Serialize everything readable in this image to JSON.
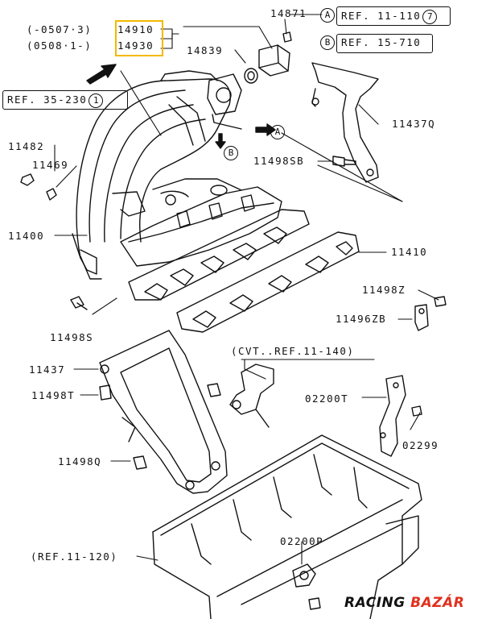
{
  "part_numbers": {
    "p14910": "14910",
    "p14930": "14930",
    "range1": "(-0507·3)",
    "range2": "(0508·1-)",
    "p14871": "14871",
    "p14839": "14839",
    "p11437q": "11437Q",
    "p11498sb": "11498SB",
    "p11482": "11482",
    "p11469": "11469",
    "p11400": "11400",
    "p11410": "11410",
    "p11498s": "11498S",
    "p11498z": "11498Z",
    "p11496zb": "11496ZB",
    "p11437": "11437",
    "p11498t": "11498T",
    "p02200t": "02200T",
    "p02299": "02299",
    "p11498q": "11498Q",
    "p02200p": "02200P"
  },
  "references": {
    "ref_11_110_text": "REF. 11-110",
    "ref_11_110_num": "7",
    "ref_15_710_text": "REF. 15-710",
    "ref_35_230_text": "REF. 35-230",
    "ref_35_230_num": "1",
    "cvt_ref": "(CVT..REF.11-140)",
    "ref_11_120": "(REF.11-120)",
    "marker_a": "A",
    "marker_b": "B"
  },
  "watermark": {
    "brand_part1": "RACING",
    "brand_part2": "BAZÁR",
    "color1": "#111111",
    "color2": "#e0301e"
  },
  "colors": {
    "line": "#111111",
    "highlight": "#f5b800"
  }
}
